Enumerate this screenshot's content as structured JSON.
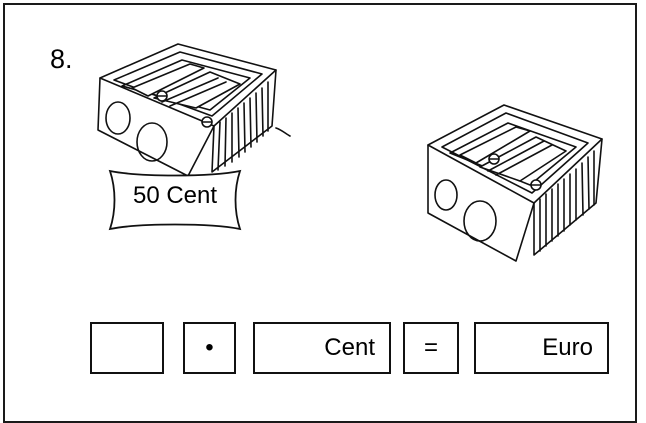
{
  "task": {
    "number": "8."
  },
  "price_tag": {
    "label": "50 Cent"
  },
  "equation": {
    "multiply_symbol": "•",
    "unit_cent": "Cent",
    "equals_symbol": "=",
    "unit_euro": "Euro"
  },
  "images": {
    "left": "pencil-sharpener-icon",
    "right": "pencil-sharpener-icon"
  }
}
